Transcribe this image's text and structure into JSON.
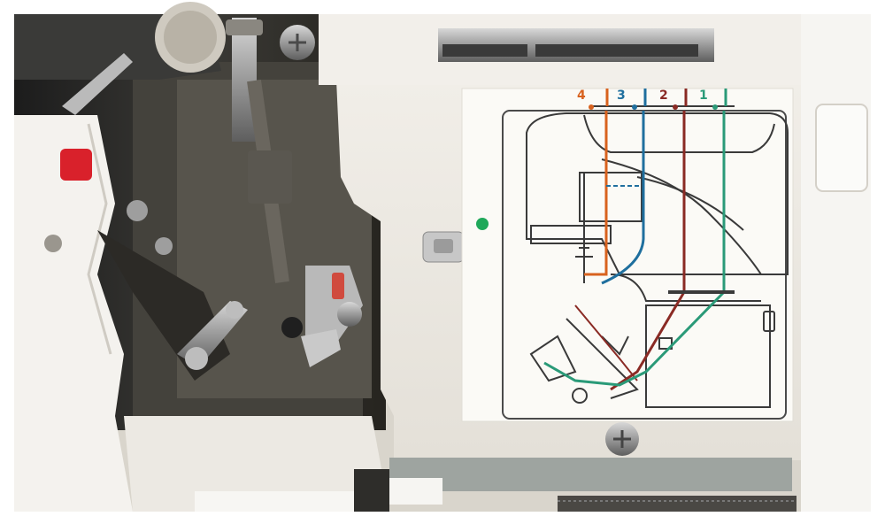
{
  "thread_labels": [
    {
      "text": "4",
      "color": "#d8621e"
    },
    {
      "text": "3",
      "color": "#1f6f9e"
    },
    {
      "text": "2",
      "color": "#8a2a24"
    },
    {
      "text": "1",
      "color": "#2a9a78"
    }
  ],
  "colors": {
    "frame": "#ffffff",
    "mechanism_dark": "#2a2a2a",
    "panel": "#ede9e1",
    "diagram_bg": "#fbfaf6",
    "line": "#3a3a3a",
    "green_dot": "#1fa85a"
  }
}
